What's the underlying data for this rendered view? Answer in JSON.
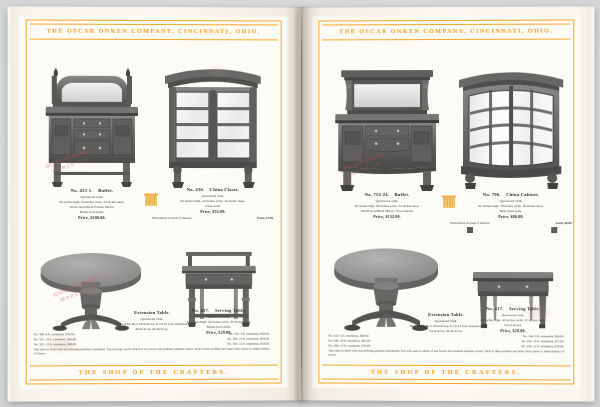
{
  "document": {
    "type": "trade-catalogue-spread",
    "publisher": "The Oscar Onken Company",
    "brand_footer": "THE SHOP OF THE CRAFTERS",
    "accent_color": "#f7a528",
    "paper_color": "#fdfbf6",
    "stamp_color": "#c4565f"
  },
  "left_page": {
    "header": "THE OSCAR ONKEN COMPANY, CINCINNATI, OHIO.",
    "footer": "THE SHOP OF THE CRAFTERS.",
    "stamp": {
      "line1": "DISCONTINUED",
      "line2": "MARCH 1st"
    },
    "items": [
      {
        "id": "left-buffet",
        "number": "No. 433-1.",
        "name": "Buffet.",
        "material": "Quartered Oak.",
        "specs": [
          "64 inches high.    54 inches wide.    24 inches deep.",
          "16x32 inch Bevel Pattern Mirror.",
          "Brush front pulls."
        ],
        "price": "Price, $100.00."
      },
      {
        "id": "left-china-closet",
        "number": "No. 436.",
        "name": "China Closet.",
        "material": "Quartered Oak.",
        "specs": [
          "64 inches high.    42 inches wide.    16 inches deep.",
          "Glass ends."
        ],
        "price": "Price, $55.00.",
        "extra": "Plain mirror in back of shelves.",
        "extra_price": "Each, $7.00."
      },
      {
        "id": "left-extension-table",
        "number": "",
        "name": "Extension Table.",
        "material": "Quartered Oak.",
        "specs": [
          "Made with 48 or 60 inch top.    6-10-12 foot extension.",
          "48 inch top.                          60 inch top."
        ],
        "rows": [
          {
            "left": "No. 500.  6 ft. extension, $36.00.",
            "right": "No. 503.  6 ft. extension, $42.00."
          },
          {
            "left": "No. 501. 10 ft. extension, $44.00.",
            "right": "No. 504. 10 ft. extension, $50.00."
          },
          {
            "left": "No. 502. 12 ft. extension, $48.00.",
            "right": "No. 505. 12 ft. extension, $54.00."
          }
        ],
        "note": "This table is fitted with non-dividing pedestal attachment.  Top and legs can be added of two leaves and pedestal remains closed.  Table is then polished and inner table opens to admit balance of leaves."
      },
      {
        "id": "left-serving-table",
        "number": "No. 417.",
        "name": "Serving Table.",
        "material": "Quartered Oak.",
        "specs": [
          "42 inches high.    42 inches wide.    20 inches deep.",
          "Brush brass pulls."
        ],
        "price": "Price, $29.00."
      }
    ]
  },
  "right_page": {
    "header": "THE OSCAR ONKEN COMPANY, CINCINNATI, OHIO.",
    "footer": "THE SHOP OF THE CRAFTERS.",
    "stamp": {
      "line1": "DISCONTINUED",
      "line2": "MARCH 1st"
    },
    "items": [
      {
        "id": "right-buffet",
        "number": "No. 753-24.",
        "name": "Buffet.",
        "material": "Quartered Oak.",
        "specs": [
          "66 inches high.    60 inches wide.    24 inches deep.",
          "18x40 inch Bevel Mirror.    Wood knobs."
        ],
        "price": "Price, $132.00."
      },
      {
        "id": "right-china-cabinet",
        "number": "No. 796.",
        "name": "China Cabinet.",
        "material": "Quartered Oak.",
        "specs": [
          "62 inches high.    50 inches wide.    18 inches deep.",
          "Bent glass ends."
        ],
        "price": "Price, $86.00.",
        "extra": "Plain mirror in back of shelves.",
        "extra_price": "Each, $8.00."
      },
      {
        "id": "right-extension-table",
        "number": "",
        "name": "Extension Table.",
        "material": "Quartered Oak.",
        "specs": [
          "Made with 48 or 60 inch top.    6-10-12 foot extension.",
          "54 inch top.                          60 inch top."
        ],
        "rows": [
          {
            "left": "No. 623.  6 ft. extension, $68.00.",
            "right": "No. 644.  6 ft. extension, $64.00."
          },
          {
            "left": "No. 644. 10 ft. extension, $65.00.",
            "right": "No. 625. 10 ft. extension, $72.00."
          },
          {
            "left": "No. 646. 12 ft. extension, $70.00.",
            "right": "No. 626. 12 ft. extension, $78.00."
          }
        ],
        "note": "This table is fitted with non-dividing pedestal attachment.  Top will open to admit of two leaves and pedestal remains closed.  Table is then polished and inner table opens to admit balance of leaves."
      },
      {
        "id": "right-serving-table",
        "number": "No. 417.",
        "name": "Serving Table.",
        "material": "Quartered Oak.",
        "specs": [
          "40 inches high.    42 inches wide.    22 inches deep.",
          "Wood knobs."
        ],
        "price": "Price, $28.00."
      }
    ]
  }
}
